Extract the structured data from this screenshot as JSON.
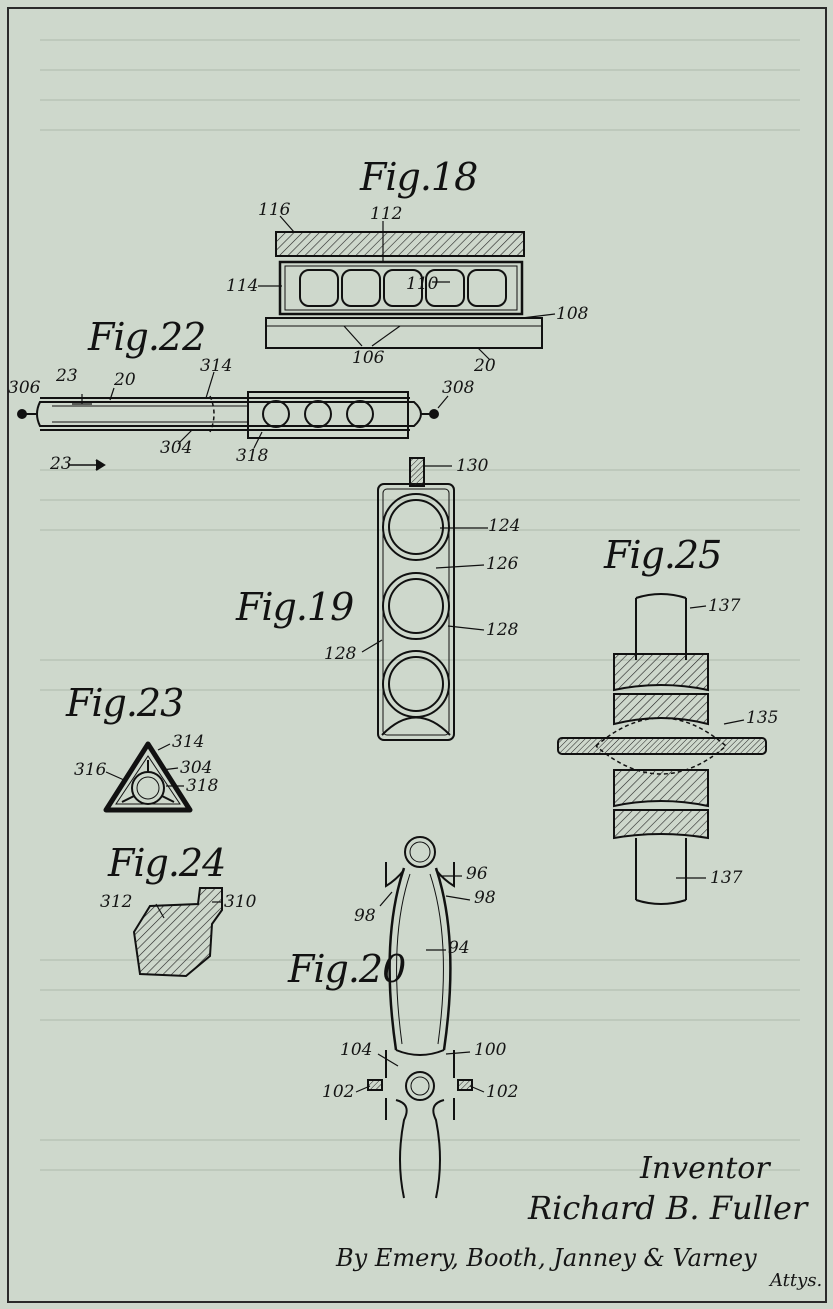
{
  "figures": {
    "fig18": {
      "title": "Fig.18",
      "labels": {
        "l116": "116",
        "l112": "112",
        "l114": "114",
        "l110": "110",
        "l108": "108",
        "l106": "106",
        "l20": "20"
      }
    },
    "fig22": {
      "title": "Fig.22",
      "labels": {
        "l306": "306",
        "l23a": "23",
        "l20": "20",
        "l314": "314",
        "l308": "308",
        "l304": "304",
        "l318": "318",
        "l23b": "23"
      }
    },
    "fig19": {
      "title": "Fig.19",
      "labels": {
        "l130": "130",
        "l124": "124",
        "l126": "126",
        "l128a": "128",
        "l128b": "128"
      }
    },
    "fig25": {
      "title": "Fig.25",
      "labels": {
        "l137a": "137",
        "l135": "135",
        "l137b": "137"
      }
    },
    "fig23": {
      "title": "Fig.23",
      "labels": {
        "l314": "314",
        "l316": "316",
        "l304": "304",
        "l318": "318"
      }
    },
    "fig24": {
      "title": "Fig.24",
      "labels": {
        "l312": "312",
        "l310": "310"
      }
    },
    "fig20": {
      "title": "Fig.20",
      "labels": {
        "l96": "96",
        "l98a": "98",
        "l98b": "98",
        "l94": "94",
        "l104": "104",
        "l100": "100",
        "l102a": "102",
        "l102b": "102"
      }
    }
  },
  "signature": {
    "inventor_label": "Inventor",
    "inventor_name": "Richard B. Fuller",
    "by_line": "By Emery, Booth, Janney & Varney",
    "attys": "Attys."
  }
}
